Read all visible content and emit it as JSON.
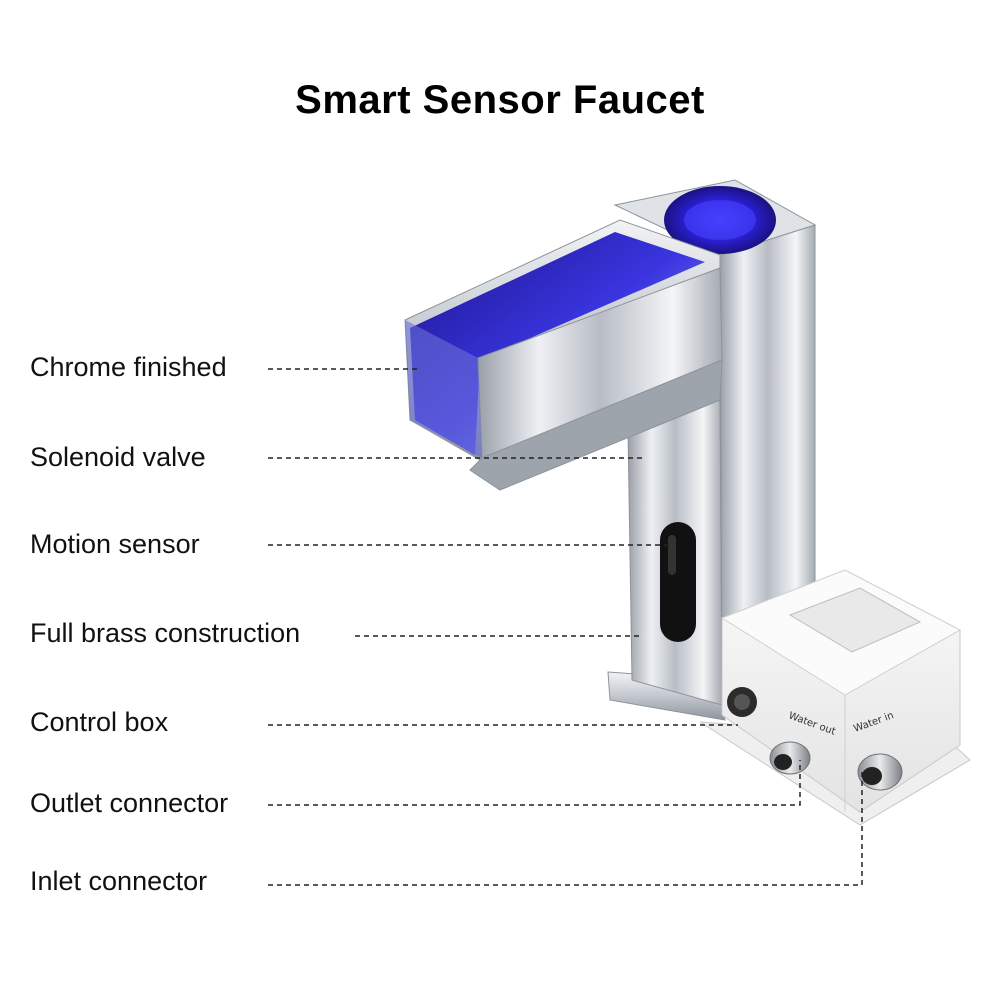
{
  "title": "Smart Sensor Faucet",
  "labels": [
    {
      "id": "chrome",
      "text": "Chrome finished"
    },
    {
      "id": "solenoid",
      "text": "Solenoid valve"
    },
    {
      "id": "motion",
      "text": "Motion sensor"
    },
    {
      "id": "brass",
      "text": "Full brass construction"
    },
    {
      "id": "control",
      "text": "Control box"
    },
    {
      "id": "outlet",
      "text": "Outlet connector"
    },
    {
      "id": "inlet",
      "text": "Inlet connector"
    }
  ],
  "box_text": {
    "water_out": "Water out",
    "water_in": "Water in"
  },
  "colors": {
    "led_blue": "#2a1fd6",
    "chrome": "#c9cdd3",
    "box_white": "#f4f4f4"
  }
}
